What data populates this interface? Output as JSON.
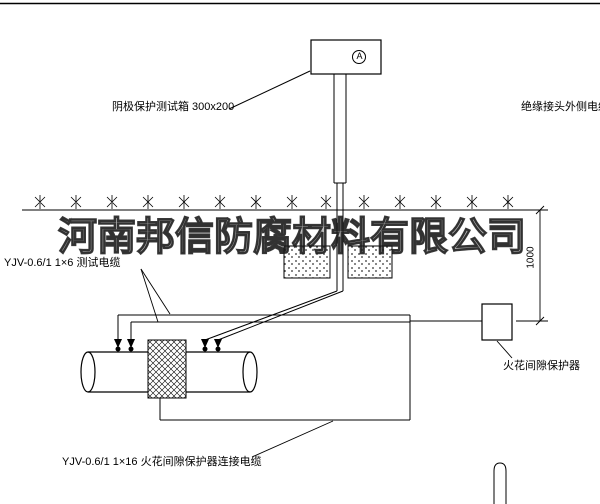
{
  "drawing": {
    "test_box_label": "阴极保护测试箱 300x200",
    "insulated_joint_cable_label": "绝缘接头外侧电缆",
    "test_cable_label": "YJV-0.6/1 1×6  测试电缆",
    "spark_gap_label": "火花间隙保护器",
    "protector_cable_label": "YJV-0.6/1 1×16  火花间隙保护器连接电缆",
    "ammeter_symbol": "A",
    "dimension_value": "1000"
  },
  "watermark": {
    "text": "河南邦信防腐材料有限公司"
  },
  "colors": {
    "line": "#000000",
    "background": "#ffffff",
    "watermark": "#2a2a2a"
  }
}
